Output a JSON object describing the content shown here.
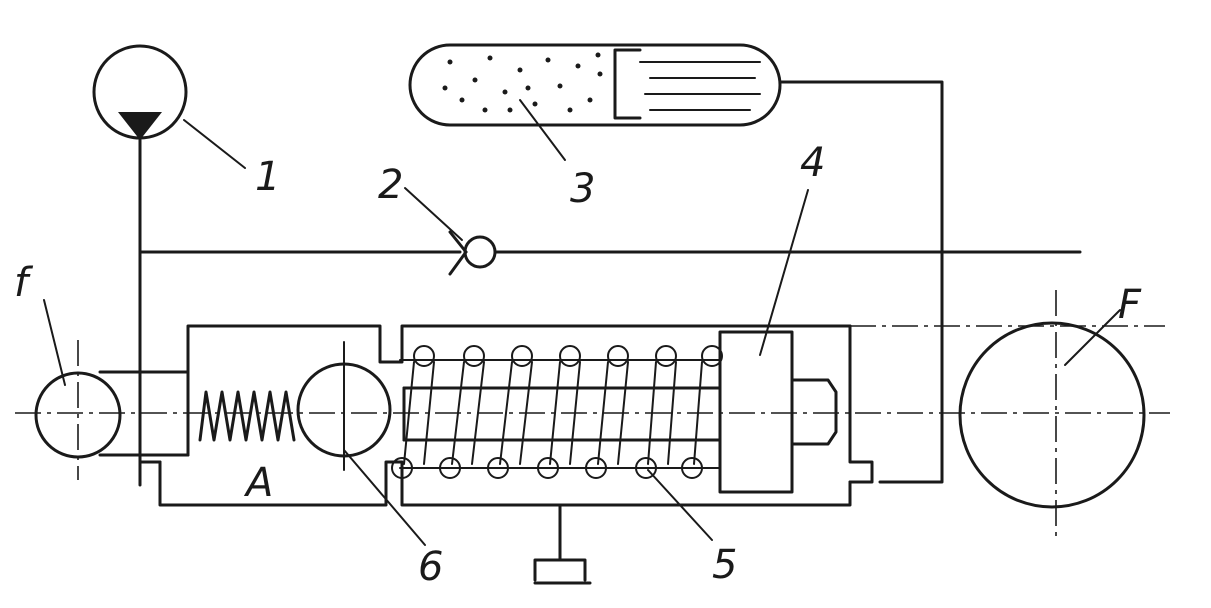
{
  "labels": {
    "gauge": "1",
    "check_valve": "2",
    "accumulator": "3",
    "piston": "4",
    "spring": "5",
    "ball_valve": "6",
    "chamber": "A",
    "small_roller": "f",
    "large_roller": "F"
  }
}
